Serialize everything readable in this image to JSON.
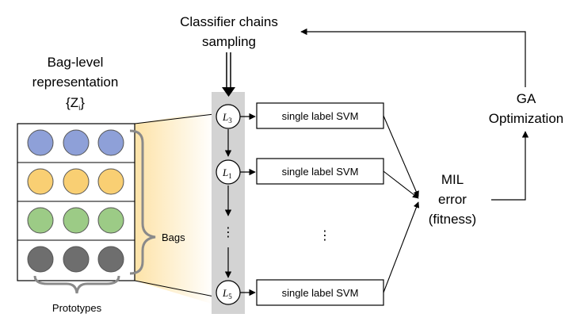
{
  "title_classifier": [
    "Classifier chains",
    "sampling"
  ],
  "representation": {
    "lines": [
      "Bag-level",
      "representation"
    ],
    "symbol": "{Z",
    "symbol_sub": "i",
    "symbol_close": "}"
  },
  "labels": {
    "bags": "Bags",
    "prototypes": "Prototypes",
    "svm": "single label SVM",
    "mil": [
      "MIL",
      "error",
      "(fitness)"
    ],
    "ga": [
      "GA",
      "Optimization"
    ],
    "vdots": "⋮"
  },
  "nodes": [
    {
      "letter": "L",
      "sub": "3"
    },
    {
      "letter": "L",
      "sub": "1"
    },
    {
      "letter": "L",
      "sub": "5"
    }
  ],
  "colors": {
    "row_blue": "#8ea0d8",
    "row_yellow": "#f9cf73",
    "row_green": "#9ccb86",
    "row_gray": "#6e6e6e",
    "chain_bar": "#d3d3d3",
    "gradient_start": "#fde3a8",
    "gradient_end": "#ffffff"
  }
}
